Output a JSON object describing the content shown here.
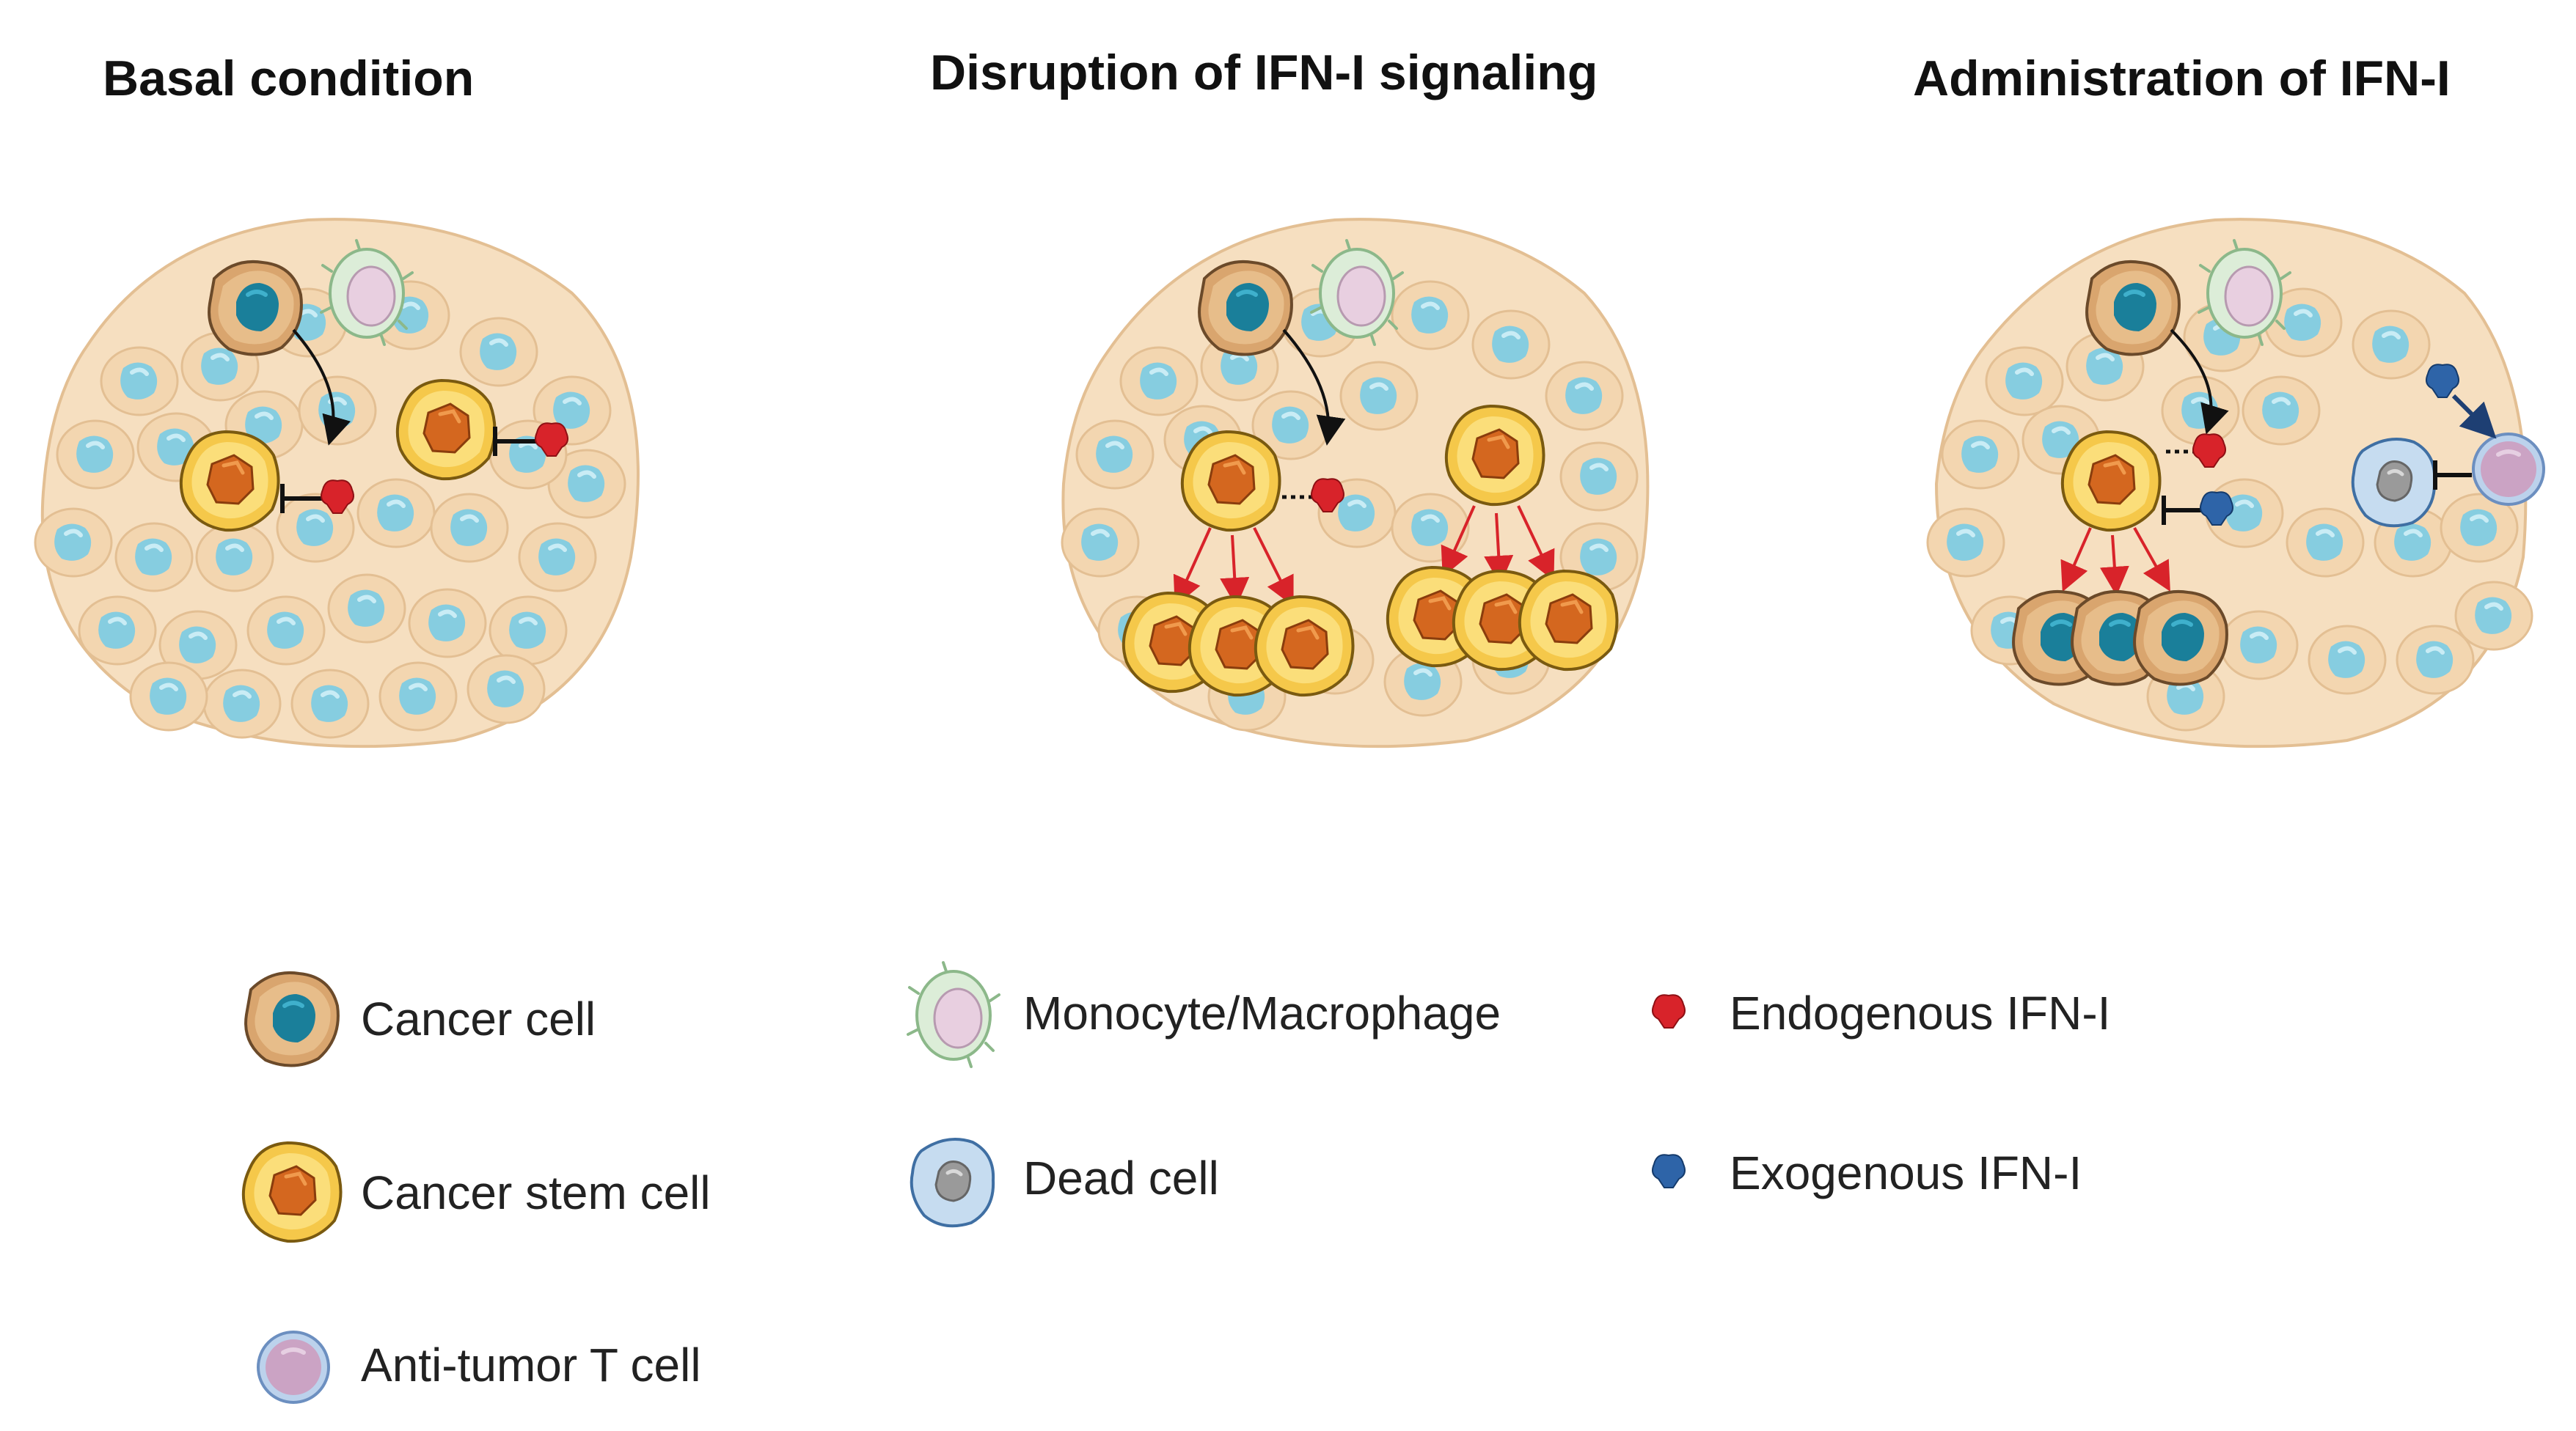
{
  "panels": [
    {
      "title": "Basal condition"
    },
    {
      "title": "Disruption of IFN-I signaling"
    },
    {
      "title": "Administration of IFN-I"
    }
  ],
  "legend": {
    "cancer_cell": "Cancer cell",
    "cancer_stem_cell": "Cancer stem cell",
    "t_cell": "Anti-tumor T cell",
    "monocyte": "Monocyte/Macrophage",
    "dead_cell": "Dead cell",
    "endogenous": "Endogenous IFN-I",
    "exogenous": "Exogenous IFN-I"
  },
  "colors": {
    "tissue_cell": "#f3d6b0",
    "tissue_nucleus": "#86cde0",
    "cancer_cell": "#d9a56e",
    "cancer_nucleus": "#1a7f9a",
    "stem_cell": "#f5c84a",
    "stem_nucleus": "#d4671f",
    "monocyte": "#dcedd8",
    "monocyte_nucleus": "#e8cfe0",
    "dead_cell": "#c6dcf0",
    "t_cell": "#cba3c4",
    "endogenous_ifn": "#d8232a",
    "exogenous_ifn": "#2e64a8",
    "differentiation_arrow": "#d8232a"
  },
  "icons": [
    "cancer-cell-icon",
    "cancer-stem-cell-icon",
    "t-cell-icon",
    "monocyte-icon",
    "dead-cell-icon",
    "endogenous-ifn-icon",
    "exogenous-ifn-icon"
  ]
}
